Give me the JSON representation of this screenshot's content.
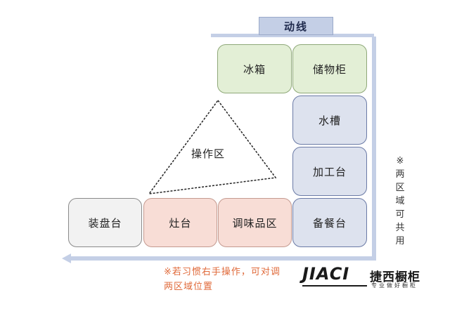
{
  "header": {
    "title": "动线"
  },
  "zones": {
    "fridge": "冰箱",
    "storage": "储物柜",
    "sink": "水槽",
    "prep": "加工台",
    "serve": "备餐台",
    "plating": "装盘台",
    "stove": "灶台",
    "seasoning": "调味品区"
  },
  "triangle": {
    "label": "操作区"
  },
  "notes": {
    "side_lines": [
      "※",
      "两",
      "区",
      "域",
      "可",
      "共",
      "用"
    ],
    "bottom": "※若习惯右手操作，可对调两区域位置"
  },
  "logo": {
    "en": "JIACI",
    "cn": "捷西橱柜",
    "sub": "专业做好橱柜"
  },
  "colors": {
    "flow_bar": "#c4cfe6",
    "green_box": "#e3efd6",
    "blue_box": "#dde2ee",
    "pink_box": "#f8ddd6",
    "note_orange": "#e06a3a"
  }
}
